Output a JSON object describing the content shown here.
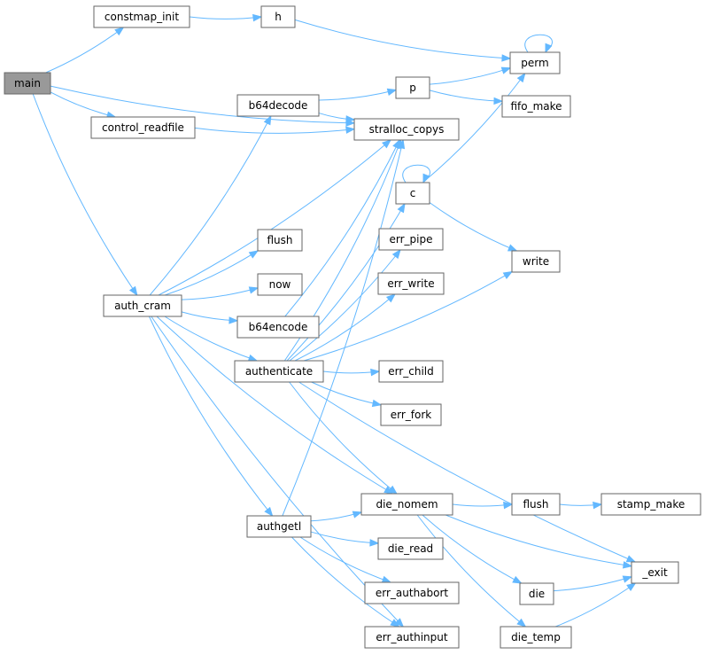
{
  "colors": {
    "node_fill": "#ffffff",
    "root_fill": "#999999",
    "node_stroke": "#666666",
    "edge": "#63b8ff"
  },
  "nodes": [
    {
      "id": "main",
      "label": "main",
      "root": true
    },
    {
      "id": "constmap_init",
      "label": "constmap_init"
    },
    {
      "id": "h",
      "label": "h"
    },
    {
      "id": "perm",
      "label": "perm"
    },
    {
      "id": "control_readfile",
      "label": "control_readfile"
    },
    {
      "id": "b64decode",
      "label": "b64decode"
    },
    {
      "id": "p",
      "label": "p"
    },
    {
      "id": "fifo_make",
      "label": "fifo_make"
    },
    {
      "id": "stralloc_copys",
      "label": "stralloc_copys"
    },
    {
      "id": "c",
      "label": "c"
    },
    {
      "id": "err_pipe",
      "label": "err_pipe"
    },
    {
      "id": "write",
      "label": "write"
    },
    {
      "id": "flush1",
      "label": "flush"
    },
    {
      "id": "now",
      "label": "now"
    },
    {
      "id": "err_write",
      "label": "err_write"
    },
    {
      "id": "auth_cram",
      "label": "auth_cram"
    },
    {
      "id": "b64encode",
      "label": "b64encode"
    },
    {
      "id": "authenticate",
      "label": "authenticate"
    },
    {
      "id": "err_child",
      "label": "err_child"
    },
    {
      "id": "err_fork",
      "label": "err_fork"
    },
    {
      "id": "die_nomem",
      "label": "die_nomem"
    },
    {
      "id": "flush2",
      "label": "flush"
    },
    {
      "id": "stamp_make",
      "label": "stamp_make"
    },
    {
      "id": "authgetl",
      "label": "authgetl"
    },
    {
      "id": "die_read",
      "label": "die_read"
    },
    {
      "id": "_exit",
      "label": "_exit"
    },
    {
      "id": "die",
      "label": "die"
    },
    {
      "id": "err_authabort",
      "label": "err_authabort"
    },
    {
      "id": "err_authinput",
      "label": "err_authinput"
    },
    {
      "id": "die_temp",
      "label": "die_temp"
    }
  ],
  "edges": [
    [
      "main",
      "constmap_init"
    ],
    [
      "main",
      "stralloc_copys"
    ],
    [
      "main",
      "control_readfile"
    ],
    [
      "main",
      "auth_cram"
    ],
    [
      "constmap_init",
      "h"
    ],
    [
      "h",
      "perm"
    ],
    [
      "perm",
      "perm"
    ],
    [
      "control_readfile",
      "stralloc_copys"
    ],
    [
      "b64decode",
      "p"
    ],
    [
      "b64decode",
      "stralloc_copys"
    ],
    [
      "p",
      "perm"
    ],
    [
      "p",
      "fifo_make"
    ],
    [
      "c",
      "c"
    ],
    [
      "c",
      "perm"
    ],
    [
      "c",
      "write"
    ],
    [
      "auth_cram",
      "b64decode"
    ],
    [
      "auth_cram",
      "stralloc_copys"
    ],
    [
      "auth_cram",
      "flush1"
    ],
    [
      "auth_cram",
      "now"
    ],
    [
      "auth_cram",
      "b64encode"
    ],
    [
      "auth_cram",
      "authenticate"
    ],
    [
      "auth_cram",
      "die_nomem"
    ],
    [
      "auth_cram",
      "authgetl"
    ],
    [
      "auth_cram",
      "err_authinput"
    ],
    [
      "b64encode",
      "stralloc_copys"
    ],
    [
      "authenticate",
      "stralloc_copys"
    ],
    [
      "authenticate",
      "c"
    ],
    [
      "authenticate",
      "err_pipe"
    ],
    [
      "authenticate",
      "err_write"
    ],
    [
      "authenticate",
      "write"
    ],
    [
      "authenticate",
      "err_child"
    ],
    [
      "authenticate",
      "err_fork"
    ],
    [
      "authenticate",
      "die_nomem"
    ],
    [
      "authenticate",
      "_exit"
    ],
    [
      "authgetl",
      "stralloc_copys"
    ],
    [
      "authgetl",
      "die_nomem"
    ],
    [
      "authgetl",
      "die_read"
    ],
    [
      "authgetl",
      "err_authabort"
    ],
    [
      "authgetl",
      "err_authinput"
    ],
    [
      "die_nomem",
      "flush2"
    ],
    [
      "die_nomem",
      "_exit"
    ],
    [
      "die_nomem",
      "die"
    ],
    [
      "die_nomem",
      "die_temp"
    ],
    [
      "flush2",
      "stamp_make"
    ],
    [
      "die",
      "_exit"
    ],
    [
      "die_temp",
      "_exit"
    ]
  ]
}
